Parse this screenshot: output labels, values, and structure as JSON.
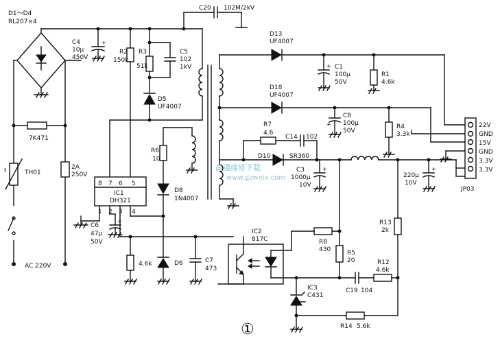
{
  "rectifier": {
    "label1": "D1～D4",
    "label2": "RL207×4"
  },
  "c4": {
    "name": "C4",
    "value1": "10μ",
    "value2": "450V"
  },
  "r2": {
    "name": "R2",
    "value": "150k"
  },
  "r3": {
    "name": "R3",
    "value": "51k"
  },
  "c5": {
    "name": "C5",
    "value1": "102",
    "value2": "1kV"
  },
  "c20": {
    "name": "C20",
    "value": "102M/2kV"
  },
  "d5": {
    "name": "D5",
    "value": "UF4007"
  },
  "varistor": {
    "value": "7K471"
  },
  "th01": {
    "name": "TH01",
    "symbol": "t"
  },
  "fuse": {
    "value1": "2A",
    "value2": "250V"
  },
  "ac_input": {
    "label": "AC 220V"
  },
  "r6": {
    "name": "R6",
    "value": "10"
  },
  "d8": {
    "name": "D8",
    "value": "1N4007"
  },
  "ic1": {
    "name": "IC1",
    "part": "DH321",
    "pins_top": [
      "8",
      "7",
      "6",
      "5"
    ],
    "pins_bottom": [
      "1",
      "2",
      "3",
      "4"
    ]
  },
  "c6": {
    "name": "C6",
    "value1": "47μ",
    "value2": "50V"
  },
  "r_bottom": {
    "value": "4.6k"
  },
  "d6": {
    "name": "D6"
  },
  "c7": {
    "name": "C7",
    "value": "473"
  },
  "d13": {
    "name": "D13",
    "value": "UF4007"
  },
  "c1": {
    "name": "C1",
    "value1": "100μ",
    "value2": "50V"
  },
  "r1": {
    "name": "R1",
    "value": "4.6k"
  },
  "d18": {
    "name": "D18",
    "value": "UF4007"
  },
  "c8": {
    "name": "C8",
    "value1": "100μ",
    "value2": "50V"
  },
  "r4": {
    "name": "R4",
    "value": "3.3k"
  },
  "r7": {
    "name": "R7",
    "value": "4.6"
  },
  "c14": {
    "name": "C14",
    "value": "102"
  },
  "d10": {
    "name": "D10",
    "value": "SR360"
  },
  "c3": {
    "name": "C3",
    "value1": "1000μ",
    "value2": "10V"
  },
  "c_out": {
    "value1": "220μ",
    "value2": "10V"
  },
  "connector": {
    "name": "JP03",
    "pins": [
      "22V",
      "GND",
      "15V",
      "GND",
      "3.3V",
      "3.3V"
    ]
  },
  "ic2": {
    "name": "IC2",
    "part": "817C"
  },
  "r8": {
    "name": "R8",
    "value": "430"
  },
  "r5": {
    "name": "R5",
    "value": "20"
  },
  "r13": {
    "name": "R13",
    "value": "2k"
  },
  "r12": {
    "name": "R12",
    "value": "4.6k"
  },
  "c19": {
    "name": "C19",
    "value": "104"
  },
  "ic3": {
    "name": "IC3",
    "part": "C431"
  },
  "r14": {
    "name": "R14",
    "value": "5.6k"
  },
  "figure_number": "①",
  "watermark": {
    "text1": "高通维修下载",
    "text2": "www.gzweix.com"
  }
}
